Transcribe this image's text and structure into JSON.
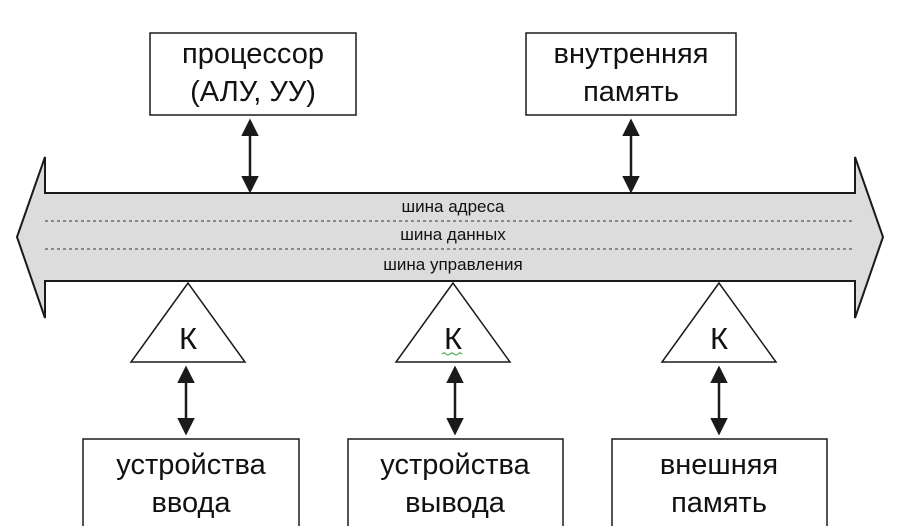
{
  "top_boxes": [
    {
      "lines": [
        "процессор",
        "(АЛУ, УУ)"
      ]
    },
    {
      "lines": [
        "внутренняя",
        "память"
      ]
    }
  ],
  "bus": {
    "lines": [
      "шина адреса",
      "шина данных",
      "шина управления"
    ]
  },
  "controllers": [
    "К",
    "К",
    "К"
  ],
  "bottom_boxes": [
    {
      "lines": [
        "устройства",
        "ввода"
      ]
    },
    {
      "lines": [
        "устройства",
        "вывода"
      ]
    },
    {
      "lines": [
        "внешняя",
        "память"
      ]
    }
  ],
  "colors": {
    "bus_fill": "#dcdcdc",
    "stroke": "#1a1a1a",
    "box_fill": "#ffffff",
    "squiggle": "#4caf50"
  }
}
